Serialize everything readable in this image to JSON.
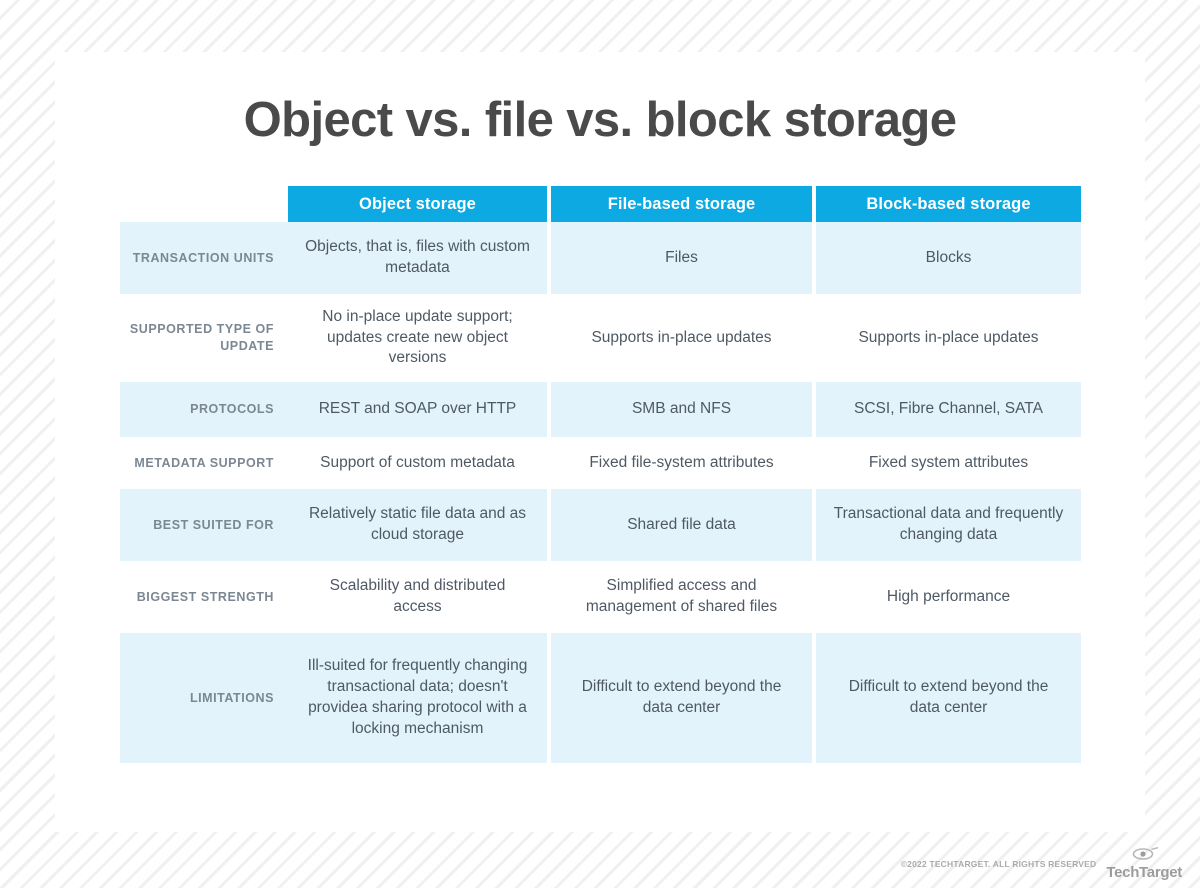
{
  "page": {
    "title": "Object vs. file vs. block storage"
  },
  "table": {
    "columns": [
      "Object storage",
      "File-based storage",
      "Block-based storage"
    ],
    "rows": [
      {
        "label": "TRANSACTION UNITS",
        "cells": [
          "Objects, that is, files with custom metadata",
          "Files",
          "Blocks"
        ]
      },
      {
        "label": "SUPPORTED TYPE OF UPDATE",
        "cells": [
          "No in-place update support; updates create new object versions",
          "Supports in-place updates",
          "Supports in-place updates"
        ]
      },
      {
        "label": "PROTOCOLS",
        "cells": [
          "REST and SOAP over HTTP",
          "SMB and NFS",
          "SCSI, Fibre Channel, SATA"
        ]
      },
      {
        "label": "METADATA SUPPORT",
        "cells": [
          "Support of custom metadata",
          "Fixed file-system attributes",
          "Fixed system attributes"
        ]
      },
      {
        "label": "BEST SUITED FOR",
        "cells": [
          "Relatively static file data and as cloud storage",
          "Shared file data",
          "Transactional data and frequently changing data"
        ]
      },
      {
        "label": "BIGGEST STRENGTH",
        "cells": [
          "Scalability and distributed access",
          "Simplified access and management of shared files",
          "High performance"
        ]
      },
      {
        "label": "LIMITATIONS",
        "cells": [
          "Ill-suited for frequently changing transactional data; doesn't providea sharing protocol with a locking mechanism",
          "Difficult to extend beyond the data center",
          "Difficult to extend beyond the data center"
        ]
      }
    ]
  },
  "footer": {
    "copyright": "©2022 TECHTARGET. ALL RIGHTS RESERVED",
    "brand": "TechTarget"
  },
  "colors": {
    "header_blue": "#0ca9e3",
    "row_shaded": "#e3f3fb",
    "title_gray": "#4a4a4a",
    "body_gray": "#4e5964",
    "label_gray": "#7b8793"
  }
}
